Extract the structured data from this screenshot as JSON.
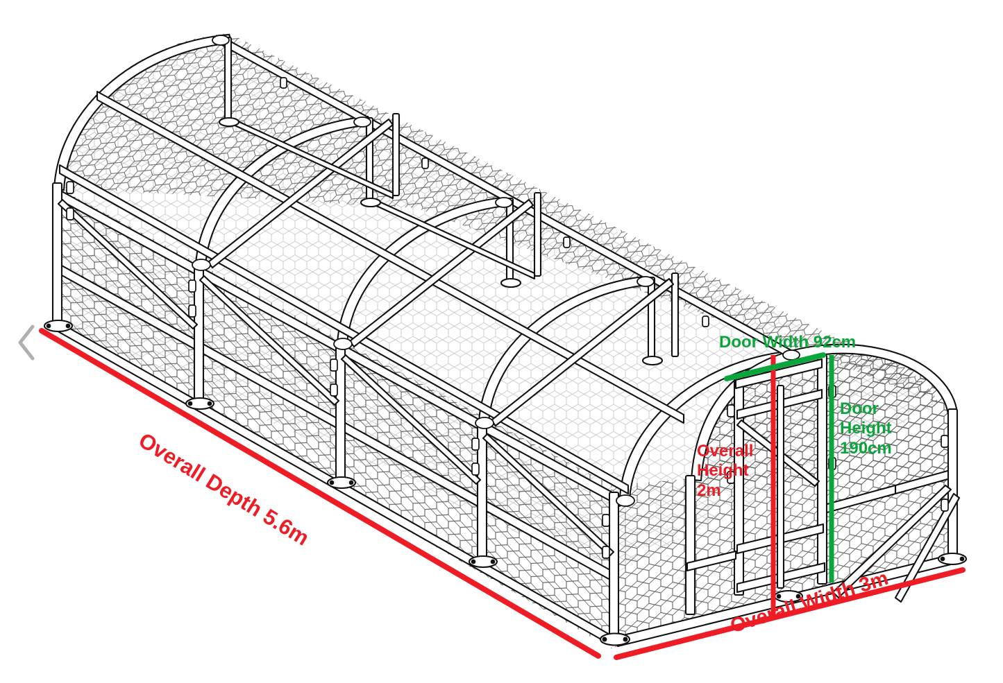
{
  "image": {
    "subject": "walk-in-chicken-run-line-drawing",
    "background_color": "#ffffff",
    "line_color": "#1a1a1a",
    "accent_red": "#ee1c25",
    "accent_green": "#0aa63c",
    "chevron_color": "#b0b0b0"
  },
  "annotations": {
    "depth": {
      "label": "Overall Depth 5.6m",
      "color": "#ee1c25",
      "value": 5.6,
      "unit": "m"
    },
    "width": {
      "label": "Overall Width 3m",
      "color": "#ee1c25",
      "value": 3,
      "unit": "m"
    },
    "height": {
      "label": "Overall\nHeight\n2m",
      "color": "#ee1c25",
      "value": 2,
      "unit": "m"
    },
    "door_width": {
      "label": "Door Width 92cm",
      "color": "#0aa63c",
      "value": 92,
      "unit": "cm"
    },
    "door_height": {
      "label": "Door\nHeight\n190cm",
      "color": "#0aa63c",
      "value": 190,
      "unit": "cm"
    }
  },
  "controls": {
    "prev_arrow": "chevron-left-icon"
  }
}
